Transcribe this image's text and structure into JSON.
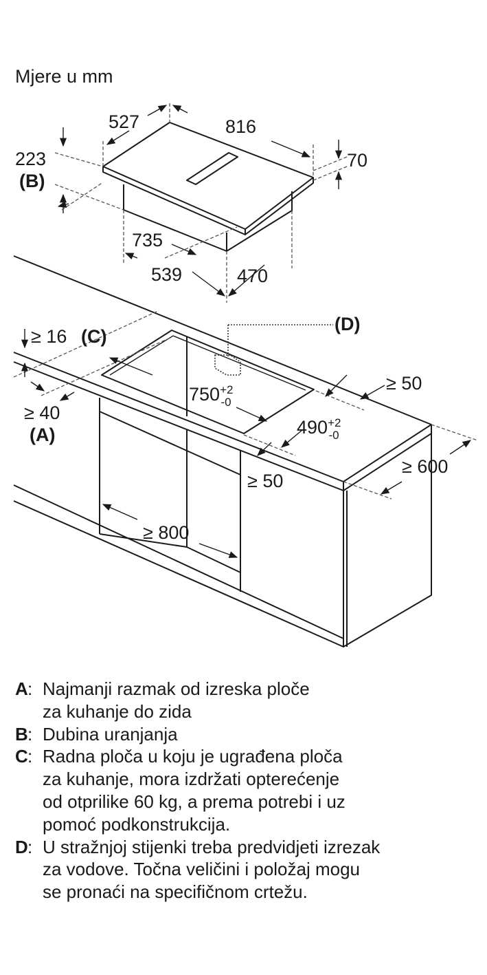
{
  "title": "Mjere u mm",
  "hob_dimensions": {
    "depth": "527",
    "width": "816",
    "height": "70",
    "immersion": "223",
    "immersion_key": "(B)",
    "bottom_width": "735",
    "box_width": "539",
    "box_depth": "470"
  },
  "cabinet_dimensions": {
    "worktop_thickness": "≥ 16",
    "worktop_key": "(C)",
    "wall_distance": "≥ 40",
    "wall_key": "(A)",
    "cutout_width": "750",
    "cutout_width_tol_plus": "+2",
    "cutout_width_tol_minus": "-0",
    "cutout_depth": "490",
    "cutout_depth_tol_plus": "+2",
    "cutout_depth_tol_minus": "-0",
    "rear_clearance": "≥ 50",
    "front_clearance": "≥ 50",
    "worktop_depth": "≥ 600",
    "cabinet_width": "≥ 800",
    "opening_key": "(D)"
  },
  "legend": [
    {
      "key": "A",
      "text": "Najmanji razmak od izreska ploče\nza kuhanje do zida"
    },
    {
      "key": "B",
      "text": "Dubina uranjanja"
    },
    {
      "key": "C",
      "text": "Radna ploča u koju je ugrađena ploča\nza kuhanje, mora izdržati opterećenje\nod otprilike 60 kg, a prema potrebi i uz\npomoć podkonstrukcija."
    },
    {
      "key": "D",
      "text": "U stražnjoj stijenki treba predvidjeti izrezak\nza vodove. Točna veličini i položaj mogu\nse pronaći na specifičnom crtežu."
    }
  ]
}
